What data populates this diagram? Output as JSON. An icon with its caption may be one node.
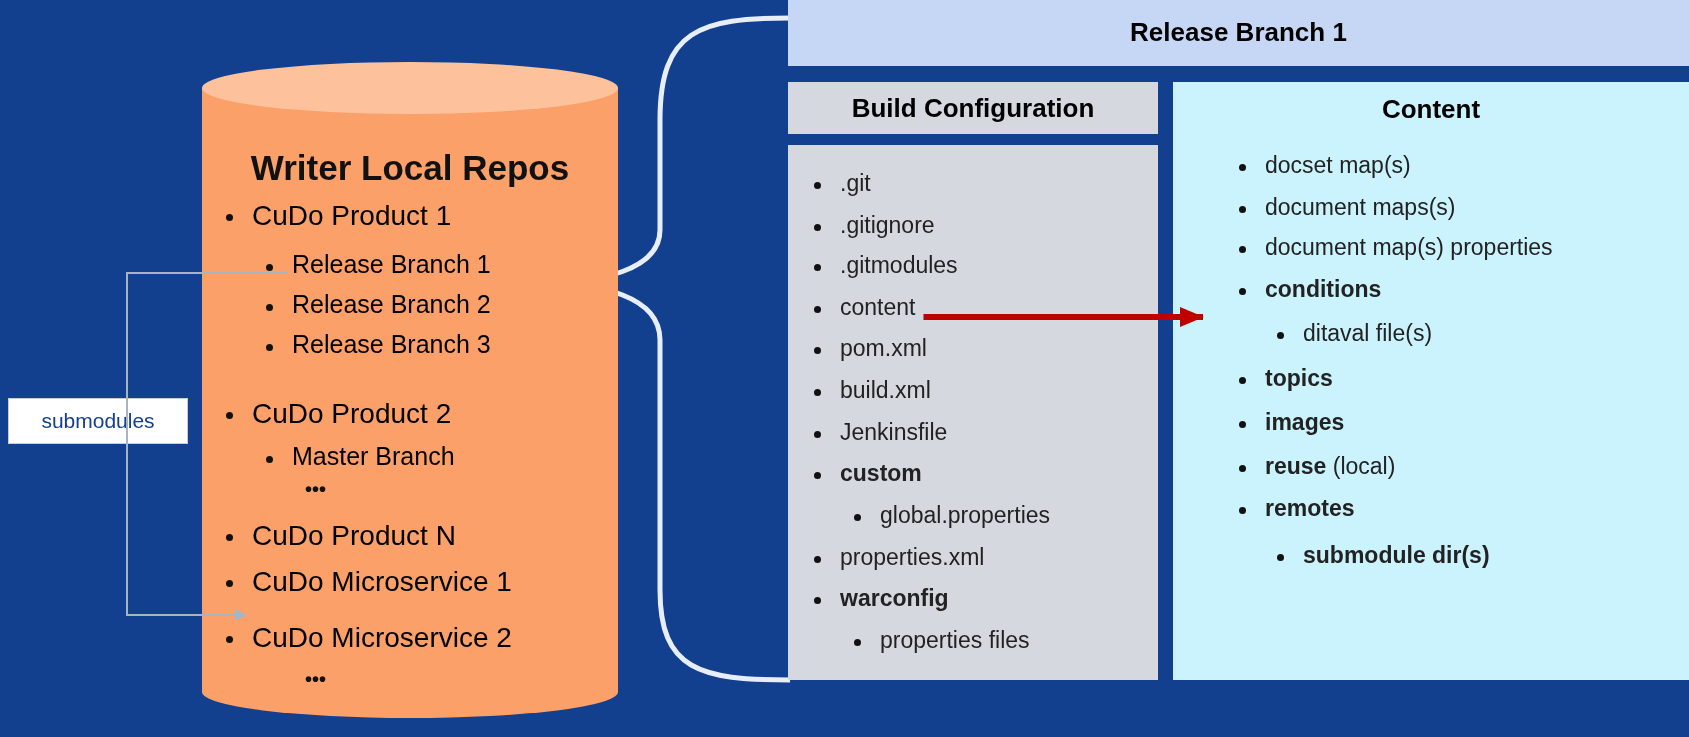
{
  "diagram": {
    "nodes": [
      {
        "text": [
          "Writer Local Repos"
        ]
      },
      {
        "text": [
          "CuDo Product 1"
        ],
        "in": 0
      },
      {
        "text": [
          "Release Branch 1"
        ],
        "in": 0
      },
      {
        "text": [
          "Release Branch 2"
        ],
        "in": 0
      },
      {
        "text": [
          "Release Branch 3"
        ],
        "in": 0
      },
      {
        "text": [
          "CuDo Product 2"
        ],
        "in": 0
      },
      {
        "text": [
          "Master Branch"
        ],
        "in": 0
      },
      {
        "text": [
          "CuDo Product N"
        ],
        "in": 0
      },
      {
        "text": [
          "CuDo Microservice 1"
        ],
        "in": 0
      },
      {
        "text": [
          "CuDo Microservice 2"
        ],
        "in": 0
      },
      {
        "text": [
          "Release Branch 1"
        ]
      },
      {
        "text": [
          "Build Configuration"
        ]
      },
      {
        "text": [],
        "shape": "box"
      },
      {
        "text": [
          ".git"
        ],
        "in": 12
      },
      {
        "text": [
          ".gitignore"
        ],
        "in": 12
      },
      {
        "text": [
          ".gitmodules"
        ],
        "in": 12
      },
      {
        "text": [
          "content"
        ],
        "in": 12
      },
      {
        "text": [
          "pom.xml"
        ],
        "in": 12
      },
      {
        "text": [
          "build.xml"
        ],
        "in": 12
      },
      {
        "text": [
          "Jenkinsfile"
        ],
        "in": 12
      },
      {
        "text": [
          "**custom**"
        ],
        "in": 12
      },
      {
        "text": [
          "global.properties"
        ],
        "in": 12
      },
      {
        "text": [
          "properties.xml"
        ],
        "in": 12
      },
      {
        "text": [
          "**warconfig**"
        ],
        "in": 12
      },
      {
        "text": [
          "properties files"
        ],
        "in": 12
      },
      {
        "text": [
          "Content"
        ]
      },
      {
        "text": [
          "docset map(s)"
        ],
        "in": 25
      },
      {
        "text": [
          "document maps(s)"
        ],
        "in": 25
      },
      {
        "text": [
          "document map(s) properties"
        ],
        "in": 25
      },
      {
        "text": [
          "**conditions**"
        ],
        "in": 25
      },
      {
        "text": [
          "ditaval file(s)"
        ],
        "in": 25
      },
      {
        "text": [
          "**topics**"
        ],
        "in": 25
      },
      {
        "text": [
          "**images**"
        ],
        "in": 25
      },
      {
        "text": [
          "**reuse** (local)"
        ],
        "in": 25
      },
      {
        "text": [
          "**remotes**"
        ],
        "in": 25
      },
      {
        "text": [
          "**submodule dir(s)**"
        ],
        "in": 25
      }
    ],
    "edges": [
      {
        "from": 2,
        "to": 8,
        "arrow": "to",
        "label": "submodules",
        "color": "#a9b4c2"
      },
      {
        "from": 16,
        "to": 25,
        "arrow": "to",
        "style": "thick",
        "color": "#c00000"
      }
    ],
    "labels": [
      "•••",
      "•••"
    ]
  }
}
